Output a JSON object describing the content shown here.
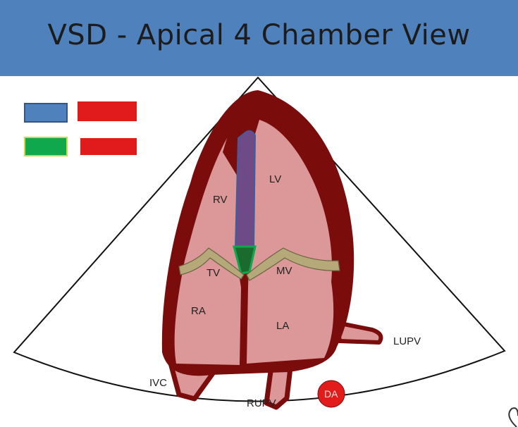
{
  "title": "VSD - Apical 4 Chamber View",
  "labels": {
    "rv": "RV",
    "lv": "LV",
    "tv": "TV",
    "mv": "MV",
    "ra": "RA",
    "la": "LA",
    "ivc": "IVC",
    "rupv": "RUPV",
    "lupv": "LUPV",
    "da": "DA"
  },
  "colors": {
    "header": "#4f81bd",
    "myocardium": "#7a0c0c",
    "chamber": "#dc9898",
    "valve": "#b5a97a",
    "vsd_septum": "#6e4a86",
    "vsd_outline": "#3f5d9a",
    "green": "#0fa84c",
    "legend_blue": "#4f81bd",
    "legend_red": "#e11b1b",
    "da": "#e21b1b"
  }
}
